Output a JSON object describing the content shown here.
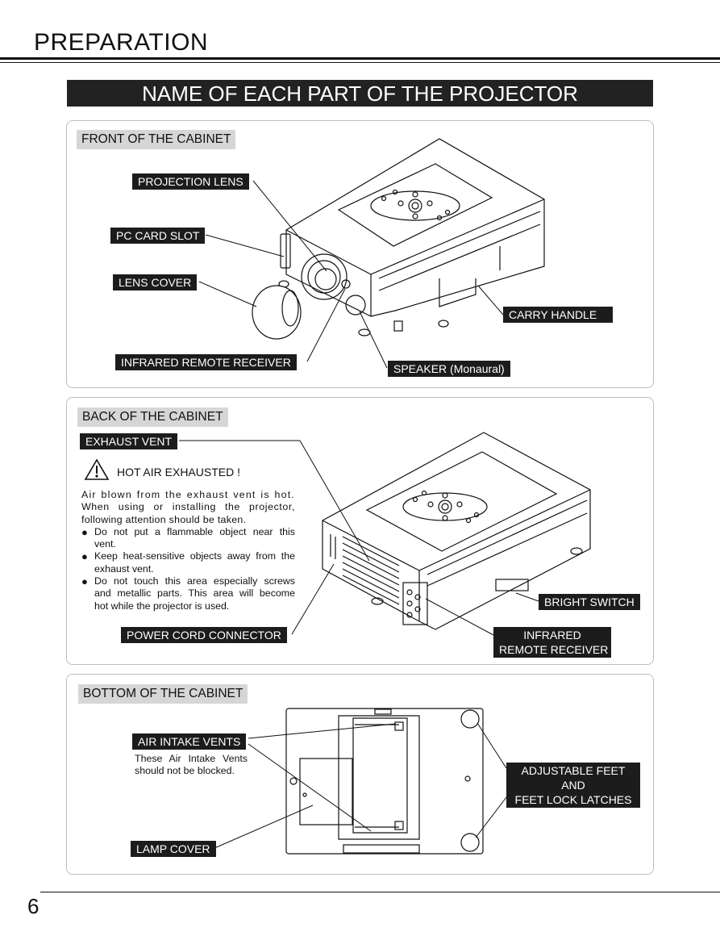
{
  "header": {
    "title": "PREPARATION"
  },
  "banner": {
    "title": "NAME OF EACH PART OF THE PROJECTOR"
  },
  "front": {
    "section_title": "FRONT OF THE CABINET",
    "labels": {
      "projection_lens": "PROJECTION LENS",
      "pc_card_slot": "PC CARD SLOT",
      "lens_cover": "LENS COVER",
      "infrared_remote_receiver": "INFRARED REMOTE RECEIVER",
      "carry_handle": "CARRY HANDLE",
      "speaker": "SPEAKER (Monaural)"
    }
  },
  "back": {
    "section_title": "BACK OF THE CABINET",
    "labels": {
      "exhaust_vent": "EXHAUST VENT",
      "power_cord_connector": "POWER CORD CONNECTOR",
      "bright_switch": "BRIGHT SWITCH",
      "infrared_line1": "INFRARED",
      "infrared_line2": "REMOTE RECEIVER"
    },
    "warning": {
      "title": "HOT AIR EXHAUSTED !",
      "para_line1": "Air blown from the exhaust vent is hot.",
      "para_line2": "When using or installing the projector,",
      "para_line3": "following attention should be taken.",
      "bullets": [
        {
          "l1": "Do not put a flammable object near this",
          "l2": "vent."
        },
        {
          "l1": "Keep heat-sensitive objects away from the",
          "l2": "exhaust vent."
        },
        {
          "l1": "Do not touch this area especially screws",
          "l2": "and metallic parts.  This area will become",
          "l3": "hot while the projector is used."
        }
      ]
    }
  },
  "bottom": {
    "section_title": "BOTTOM OF THE CABINET",
    "labels": {
      "air_intake_vents": "AIR INTAKE VENTS",
      "lamp_cover": "LAMP COVER",
      "feet_line1": "ADJUSTABLE FEET",
      "feet_line2": "AND",
      "feet_line3": "FEET LOCK LATCHES"
    },
    "note_line1": "These  Air  Intake  Vents",
    "note_line2": "should not be blocked."
  },
  "footer": {
    "page_number": "6"
  }
}
